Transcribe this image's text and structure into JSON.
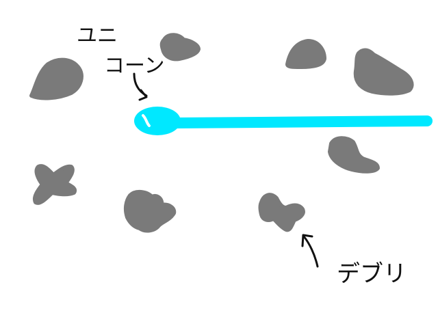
{
  "labels": {
    "unicorn_line1": "ユニ",
    "unicorn_line2": "コーン",
    "debris": "デブリ"
  },
  "colors": {
    "background": "#ffffff",
    "debris": "#7a7a7a",
    "unicorn_beam": "#00e8ff",
    "unicorn_highlight": "#ffffff",
    "ink": "#111111"
  },
  "icons": {
    "unicorn": "unicorn-ship-icon",
    "debris": "debris-rock-icon",
    "arrow": "hand-drawn-arrow-icon"
  }
}
